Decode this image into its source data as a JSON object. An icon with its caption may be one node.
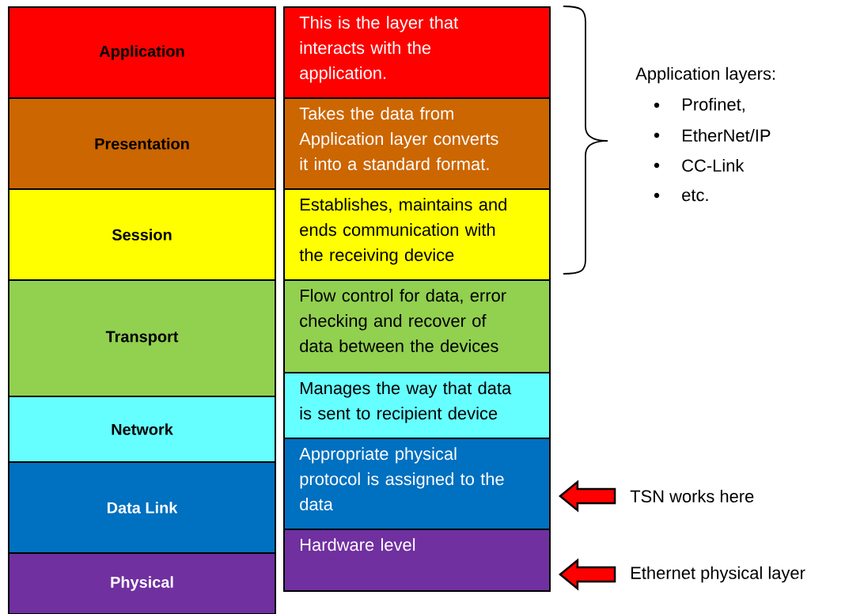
{
  "diagram": {
    "nodes": [
      {
        "text": [
          "Application"
        ]
      },
      {
        "text": [
          "Presentation"
        ]
      },
      {
        "text": [
          "Session"
        ]
      },
      {
        "text": [
          "Transport"
        ]
      },
      {
        "text": [
          "Network"
        ]
      },
      {
        "text": [
          "Data Link"
        ]
      },
      {
        "text": [
          "Physical"
        ]
      },
      {
        "text": [
          "This is the layer that interacts with the application."
        ]
      },
      {
        "text": [
          "Takes the data from Application layer converts it into a standard format."
        ]
      },
      {
        "text": [
          "Establishes, maintains and ends communication with the receiving device"
        ]
      },
      {
        "text": [
          "Flow control for data, error checking and recover of data between the devices"
        ]
      },
      {
        "text": [
          "Manages the way that data is sent to recipient device"
        ]
      },
      {
        "text": [
          "Appropriate physical protocol is assigned to the data"
        ]
      },
      {
        "text": [
          "Hardware level"
        ]
      },
      {
        "text": [
          "TSN works here"
        ]
      },
      {
        "text": [
          "Ethernet physical layer"
        ]
      }
    ],
    "edges": [
      {
        "from": 14,
        "to": 12,
        "arrow": "to"
      },
      {
        "from": 15,
        "to": 13,
        "arrow": "to"
      }
    ],
    "labels": [
      "Application layers:",
      "Profinet,",
      "EtherNet/IP",
      "CC-Link",
      "etc."
    ]
  }
}
